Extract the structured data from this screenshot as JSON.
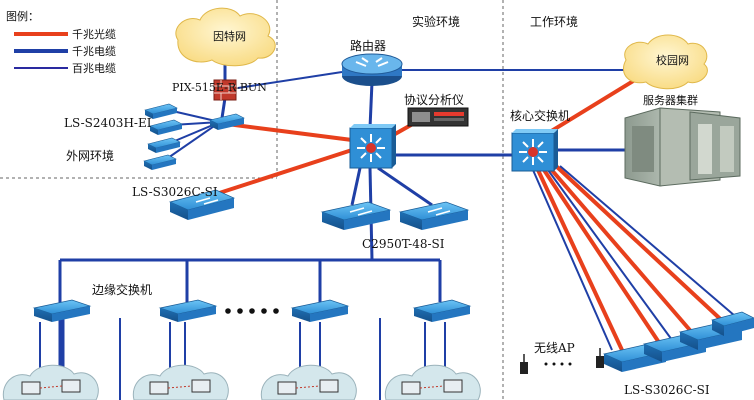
{
  "legend": {
    "title": "图例：",
    "items": [
      {
        "label": "千兆光缆",
        "color": "#e8401c"
      },
      {
        "label": "千兆电缆",
        "color": "#1f3fa6"
      },
      {
        "label": "百兆电缆",
        "color": "#2a2aa0"
      }
    ]
  },
  "zones": {
    "lab": "实验环境",
    "work": "工作环境",
    "external": "外网环境"
  },
  "nodes": {
    "internet": "因特网",
    "router": "路由器",
    "firewall": "PIX-515E-R-BUN",
    "ext_switch": "LS-S2403H-EI",
    "analyzer": "协议分析仪",
    "core_lab": "",
    "core_work": "核心交换机",
    "campus": "校园网",
    "servers": "服务器集群",
    "ls_s3026_left": "LS-S3026C-SI",
    "c2950": "C2950T-48-SI",
    "edge": "边缘交换机",
    "wireless": "无线AP",
    "ls_s3026_right": "LS-S3026C-SI"
  },
  "colors": {
    "fiber": "#e8401c",
    "copper": "#1f3fa6",
    "switch_blue": "#2f8fd6",
    "cloud": "#fbe7a8",
    "dashed": "#555555"
  }
}
